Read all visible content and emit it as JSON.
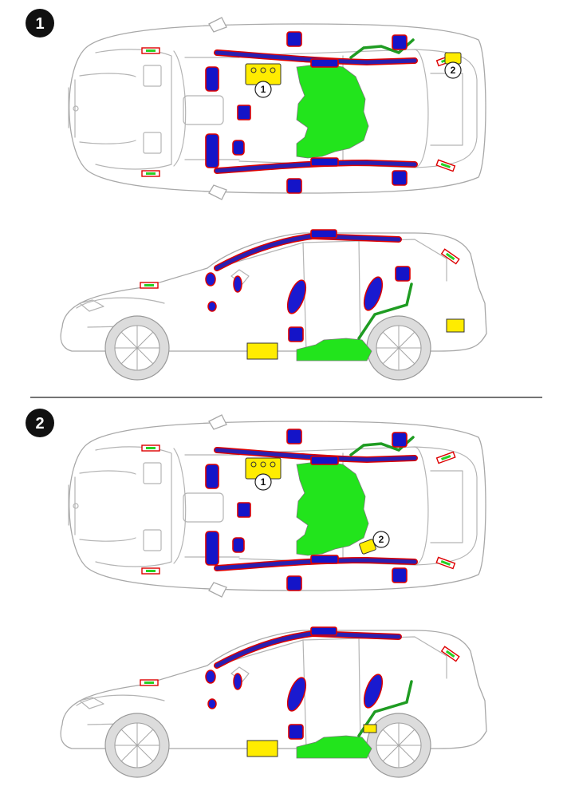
{
  "variants": [
    {
      "badge": "1",
      "callouts": {
        "control_unit": "1",
        "secondary_unit": "2"
      }
    },
    {
      "badge": "2",
      "callouts": {
        "control_unit": "1",
        "secondary_unit": "2"
      }
    }
  ],
  "colors": {
    "airbag": "#1414c8",
    "airbag_outline": "#dd0000",
    "occupant_airbag_zone": "#22e41c",
    "control_unit": "#ffec00",
    "vehicle_outline": "#b4b4b4"
  },
  "icons": {
    "badge": "number-badge-icon",
    "callout": "numbered-callout-icon"
  }
}
